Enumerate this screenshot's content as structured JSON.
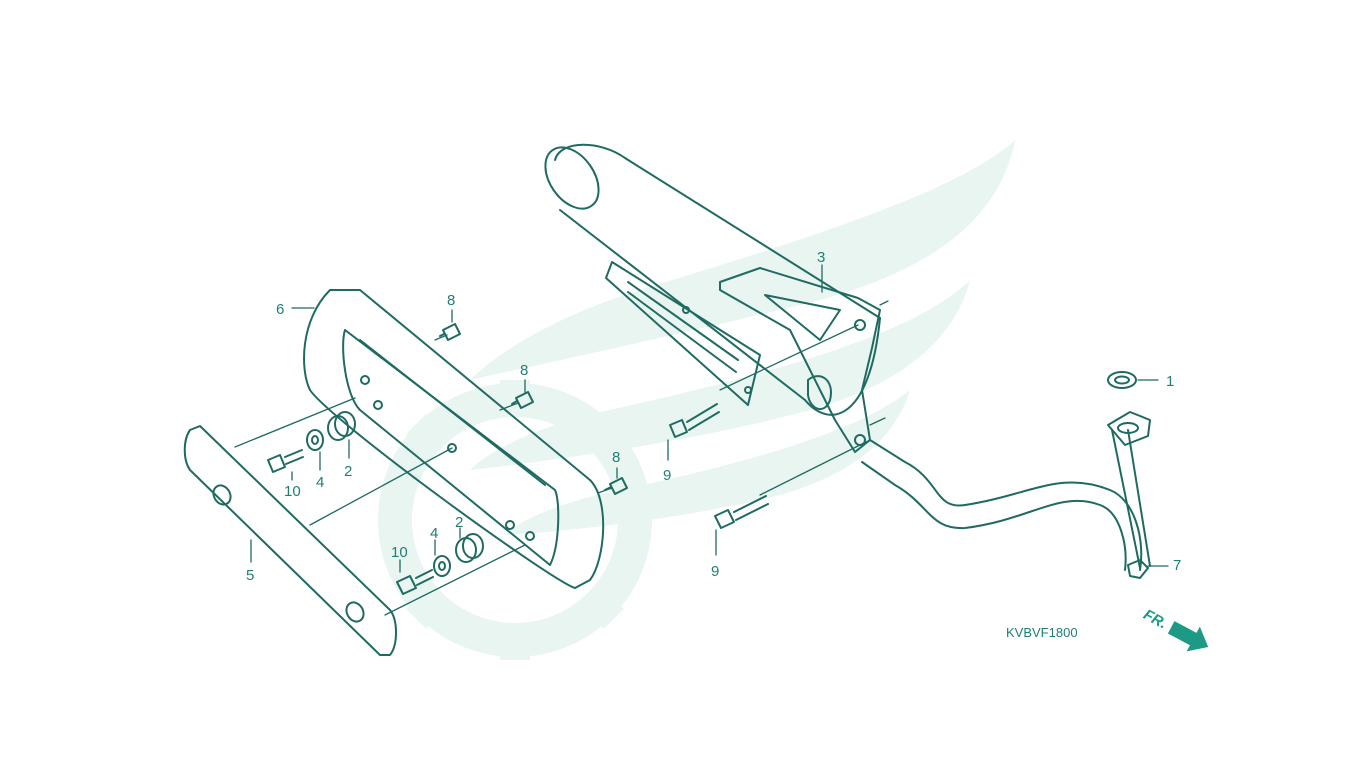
{
  "colors": {
    "line": "#1f6b62",
    "callout": "#1f7f74",
    "watermark": "#e8f5f1",
    "arrow": "#1d9a86",
    "background": "#ffffff"
  },
  "diagram": {
    "code": "KVBVF1800",
    "direction_label": "FR.",
    "callouts": {
      "c1": "1",
      "c2a": "2",
      "c2b": "2",
      "c3": "3",
      "c4a": "4",
      "c4b": "4",
      "c5": "5",
      "c6": "6",
      "c7": "7",
      "c8a": "8",
      "c8b": "8",
      "c8c": "8",
      "c9a": "9",
      "c9b": "9",
      "c10a": "10",
      "c10b": "10"
    }
  },
  "icons": {
    "watermark": "wing-gear-logo-icon",
    "direction": "front-arrow-icon"
  }
}
